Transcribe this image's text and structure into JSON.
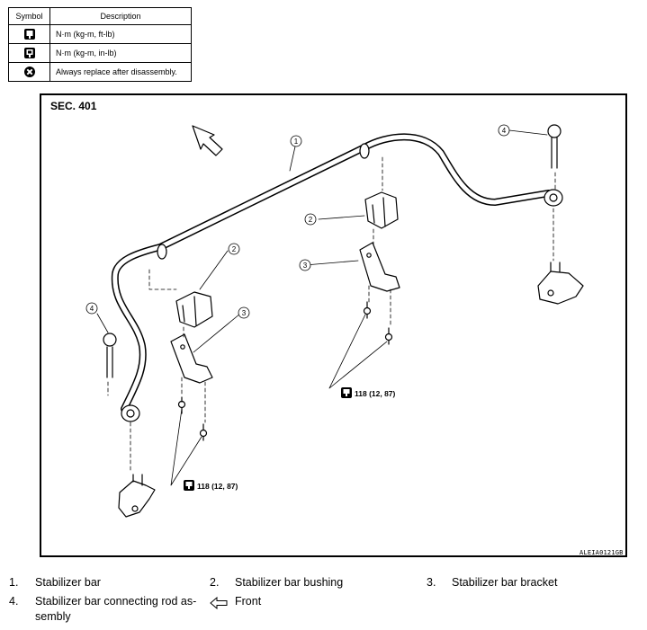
{
  "symbol_table": {
    "header_symbol": "Symbol",
    "header_description": "Description",
    "rows": [
      {
        "icon": "torque-wrench-icon",
        "description": "N·m (kg-m, ft-lb)"
      },
      {
        "icon": "torque-wrench-in-lb-icon",
        "description": "N·m (kg-m, in-lb)"
      },
      {
        "icon": "always-replace-icon",
        "description": "Always replace after disassembly."
      }
    ]
  },
  "diagram": {
    "section": "SEC. 401",
    "figure_id": "ALEIA0121GB",
    "callouts": [
      "1",
      "2",
      "2",
      "3",
      "3",
      "4",
      "4"
    ],
    "torque_left": "118 (12, 87)",
    "torque_right": "118 (12, 87)"
  },
  "legend": [
    {
      "num": "1.",
      "label": "Stabilizer bar"
    },
    {
      "num": "2.",
      "label": "Stabilizer bar bushing"
    },
    {
      "num": "3.",
      "label": "Stabilizer bar bracket"
    },
    {
      "num": "4.",
      "label": "Stabilizer bar connecting rod as-sembly"
    },
    {
      "icon": "front-arrow-icon",
      "label": "Front"
    }
  ]
}
